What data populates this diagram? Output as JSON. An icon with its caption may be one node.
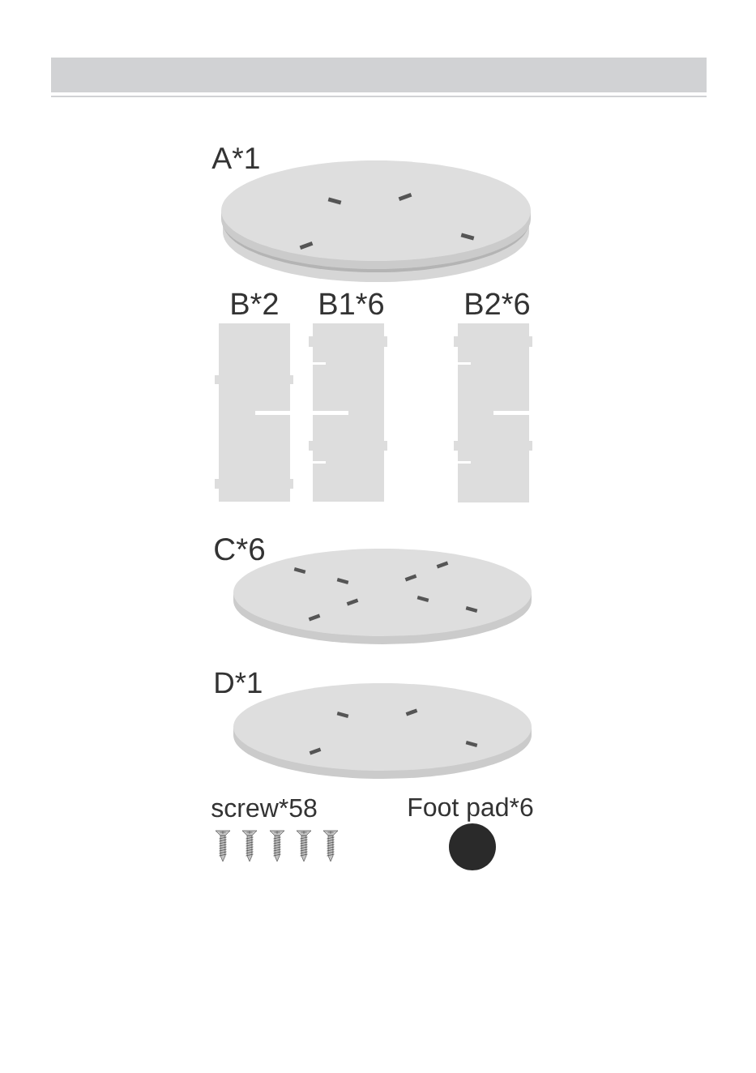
{
  "diagram": {
    "labels": [
      "A*1",
      "B*2",
      "B1*6",
      "B2*6",
      "C*6",
      "D*1",
      "screw*58",
      "Foot pad*6"
    ]
  }
}
